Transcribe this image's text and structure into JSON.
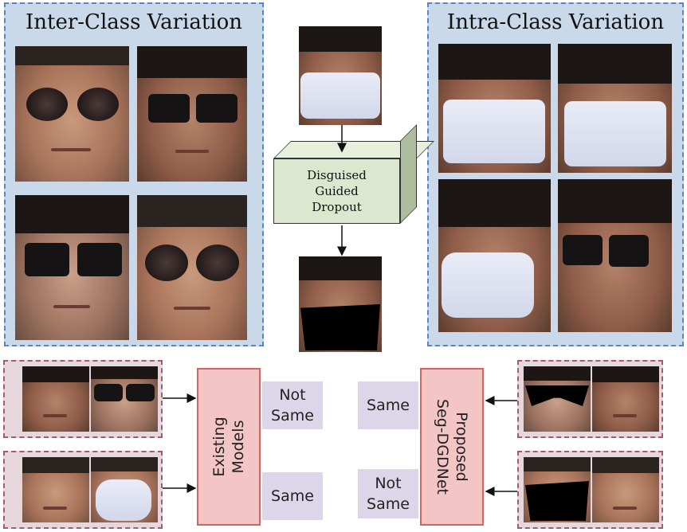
{
  "inter_panel": {
    "title": "Inter-Class Variation"
  },
  "intra_panel": {
    "title": "Intra-Class Variation"
  },
  "center_block": {
    "line1": "Disguised",
    "line2": "Guided",
    "line3": "Dropout"
  },
  "existing_models": {
    "line1": "Existing",
    "line2": "Models"
  },
  "proposed_model": {
    "line1": "Proposed",
    "line2": "Seg-DGDNet"
  },
  "verdicts": {
    "existing_top": {
      "line1": "Not",
      "line2": "Same"
    },
    "existing_bottom": {
      "line1": "Same"
    },
    "proposed_top": {
      "line1": "Same"
    },
    "proposed_bottom": {
      "line1": "Not",
      "line2": "Same"
    }
  },
  "colors": {
    "panel_fill": "#c9d9e9",
    "panel_border": "#5a86c6",
    "block_fill": "#dbe8cf",
    "model_fill": "#f4c5c5",
    "model_border": "#d36464",
    "verdict_fill": "#dcd6e8",
    "pair_fill": "#e6d7dc",
    "pair_border": "#a45a76"
  }
}
